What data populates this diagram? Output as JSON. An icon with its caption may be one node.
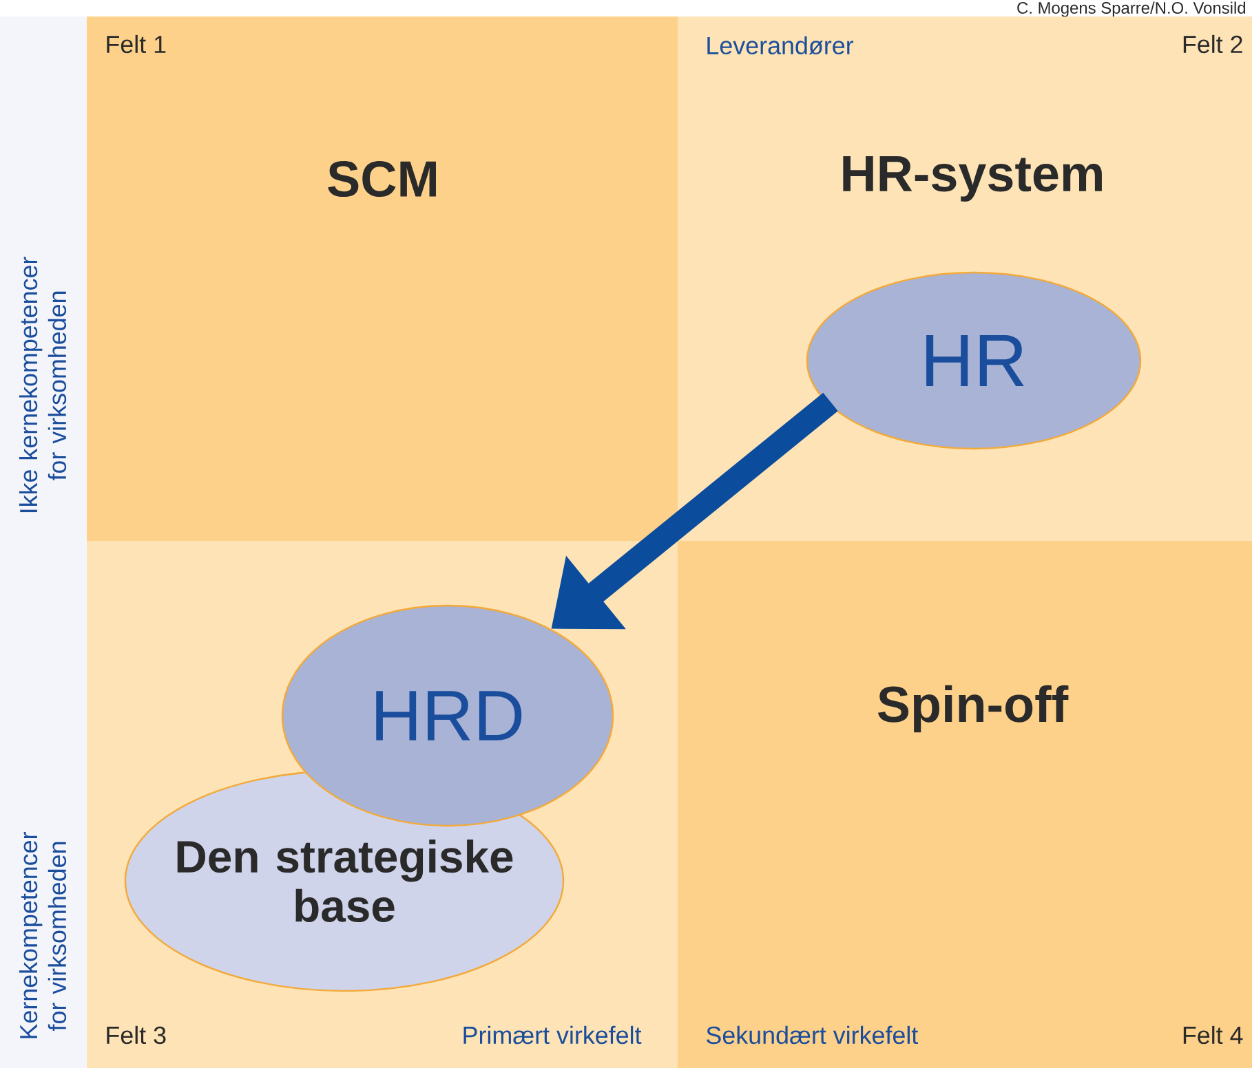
{
  "diagram": {
    "nodes": [
      {
        "text": [
          "Felt 1",
          "SCM"
        ]
      },
      {
        "text": [
          "Leverandører",
          "Felt 2",
          "HR-system"
        ]
      },
      {
        "text": [
          "HR"
        ],
        "in": 1
      },
      {
        "text": [
          "Felt 3",
          "Primært virkefelt"
        ]
      },
      {
        "text": [
          "HRD"
        ],
        "in": 3
      },
      {
        "text": [
          "Den strategiske base"
        ],
        "in": 3
      },
      {
        "text": [
          "Sekundært virkefelt",
          "Felt 4",
          "Spin-off"
        ]
      }
    ],
    "edges": [
      {
        "from": 2,
        "to": 4,
        "arrow": "to"
      }
    ],
    "labels": [
      "C. Mogens Sparre/N.O. Vonsild",
      "Ikke kernekompetencer for virksomheden",
      "Kernekompetencer for virksomheden"
    ]
  }
}
